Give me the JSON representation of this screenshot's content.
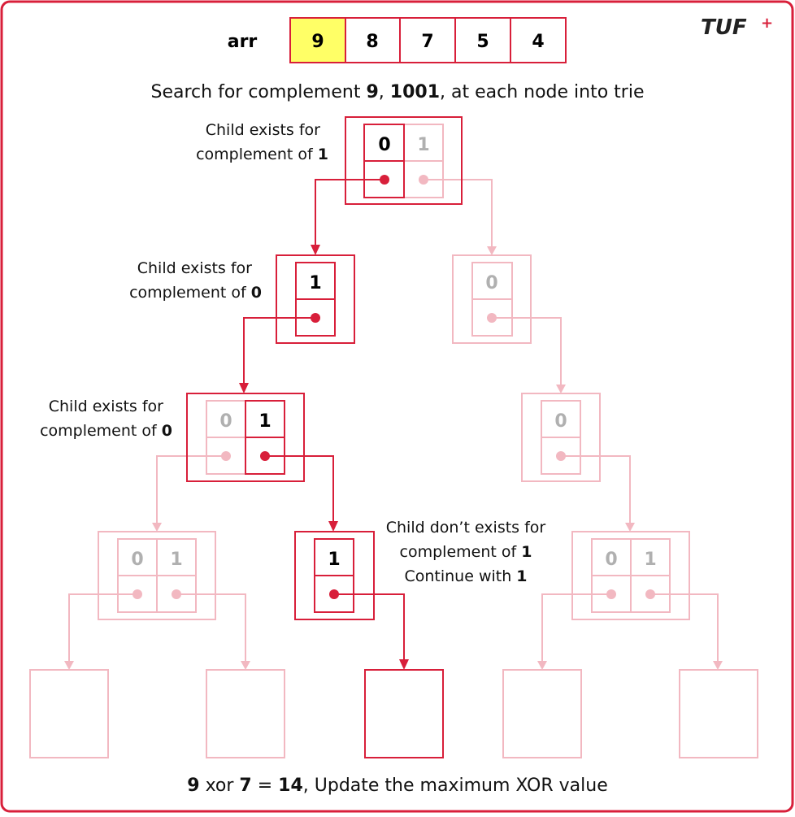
{
  "colors": {
    "accent": "#d81f3a",
    "faded": "#f2b8c1",
    "highlight": "#ffff66",
    "faded_text": "#b0b0b0"
  },
  "logo": {
    "text": "TUF",
    "sup": "+"
  },
  "array": {
    "label": "arr",
    "values": [
      "9",
      "8",
      "7",
      "5",
      "4"
    ],
    "highlighted_index": 0
  },
  "title": {
    "pre": "Search for complement ",
    "num": "9",
    "sep": ", ",
    "bin": "1001",
    "post": ", at each node into trie"
  },
  "annotations": [
    {
      "line1": "Child exists for",
      "line2_pre": "complement of ",
      "line2_bold": "1"
    },
    {
      "line1": "Child exists for",
      "line2_pre": "complement of ",
      "line2_bold": "0"
    },
    {
      "line1": "Child exists for",
      "line2_pre": "complement of ",
      "line2_bold": "0"
    },
    {
      "line1": "Child don’t exists for",
      "line2_pre": "complement of ",
      "line2_bold": "1",
      "line3_pre": "Continue with ",
      "line3_bold": "1"
    }
  ],
  "nodes": {
    "root": [
      "0",
      "1"
    ],
    "l1_left": [
      "1"
    ],
    "l1_right": [
      "0"
    ],
    "l2_left": [
      "0",
      "1"
    ],
    "l2_right": [
      "0"
    ],
    "l3_left": [
      "0",
      "1"
    ],
    "l3_mid": [
      "1"
    ],
    "l3_right": [
      "0",
      "1"
    ]
  },
  "result": {
    "a": "9",
    "op": " xor ",
    "b": "7",
    "eq": " = ",
    "value": "14",
    "post": ", Update the maximum XOR value"
  }
}
